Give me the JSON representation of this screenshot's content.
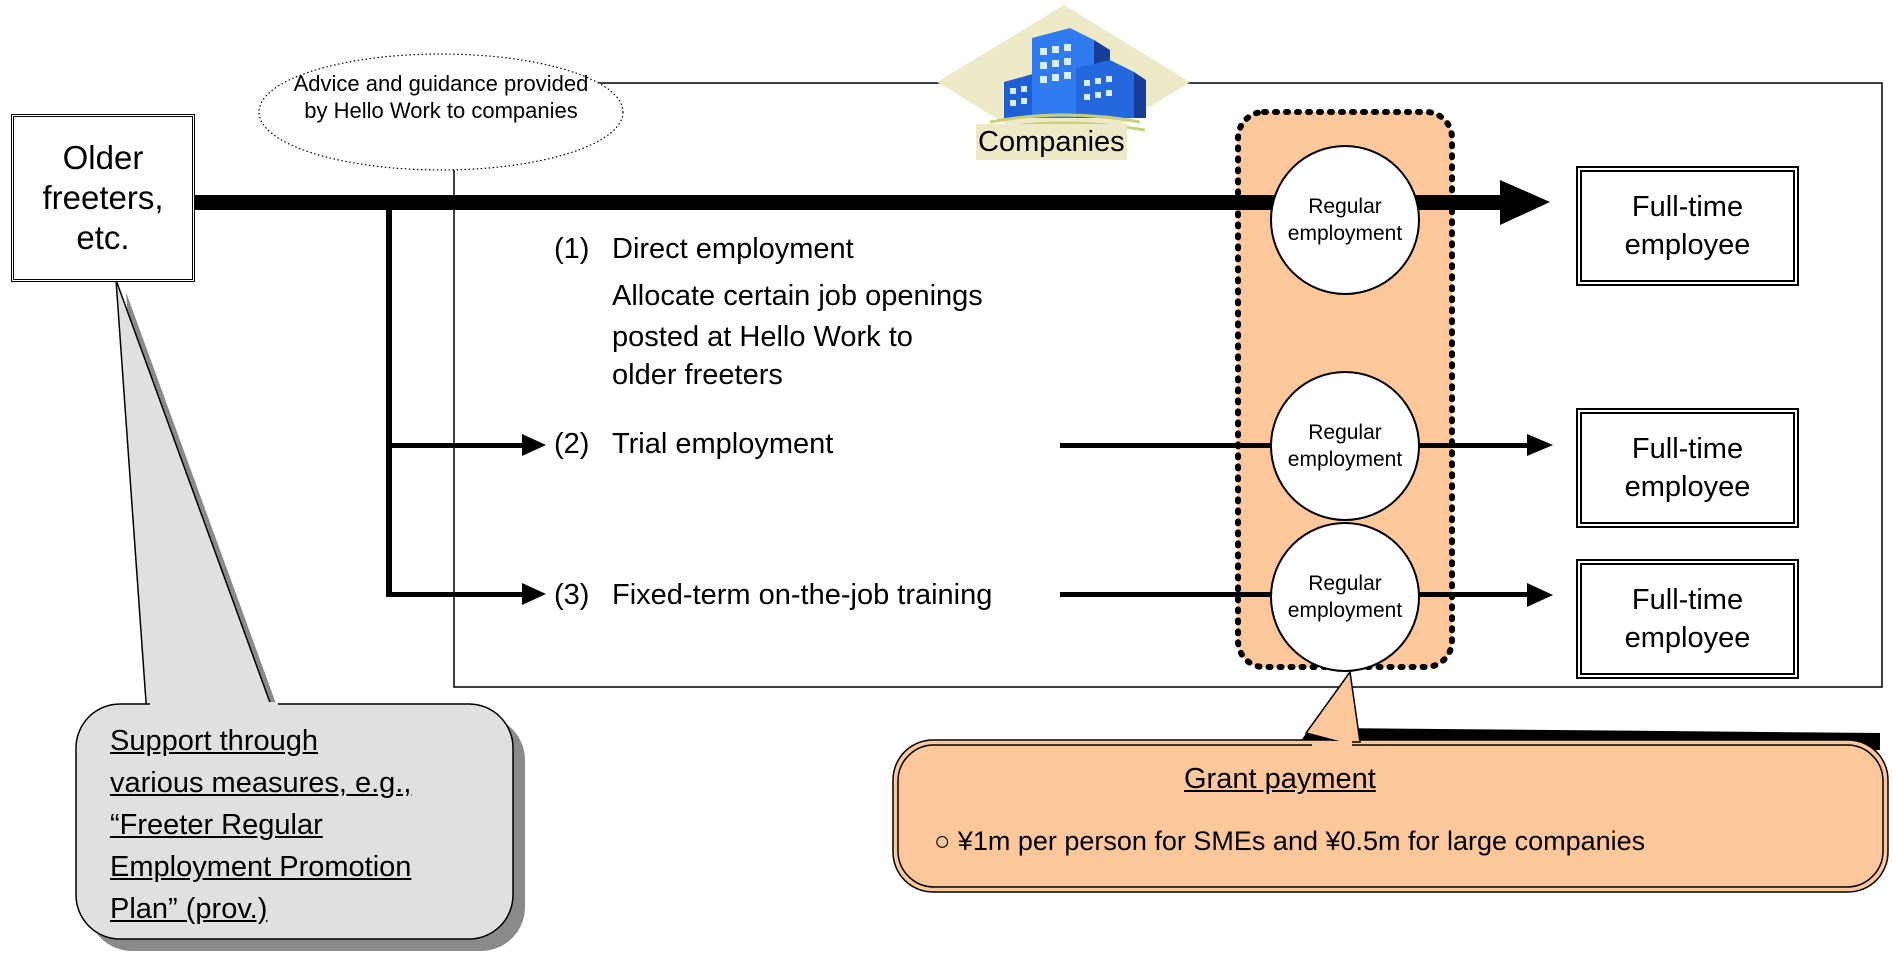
{
  "source_box": {
    "label": "Older freeters, etc."
  },
  "advice_ellipse": {
    "text": "Advice and guidance provided by Hello Work to companies"
  },
  "companies": {
    "label": "Companies",
    "icon": "office-buildings-icon"
  },
  "routes": [
    {
      "number": "(1)",
      "title": "Direct employment",
      "description": [
        "Allocate certain job openings",
        "posted at Hello Work to",
        "older freeters"
      ]
    },
    {
      "number": "(2)",
      "title": "Trial employment"
    },
    {
      "number": "(3)",
      "title": "Fixed-term on-the-job training"
    }
  ],
  "regular_employment": {
    "line1": "Regular",
    "line2": "employment"
  },
  "full_time": {
    "line1": "Full-time",
    "line2": "employee"
  },
  "support_callout": {
    "lines": [
      "Support through",
      "various measures, e.g.,",
      "“Freeter Regular",
      "Employment Promotion",
      "Plan” (prov.)"
    ]
  },
  "grant_callout": {
    "title": "Grant payment",
    "detail": "○ ¥1m per person for SMEs and ¥0.5m for large companies"
  },
  "colors": {
    "orange": "#fcc79a",
    "gray_callout": "#e0e0e0",
    "shadow": "#8a8a8a",
    "building_blue": "#1f5fd6",
    "diamond": "#eeeac8"
  }
}
